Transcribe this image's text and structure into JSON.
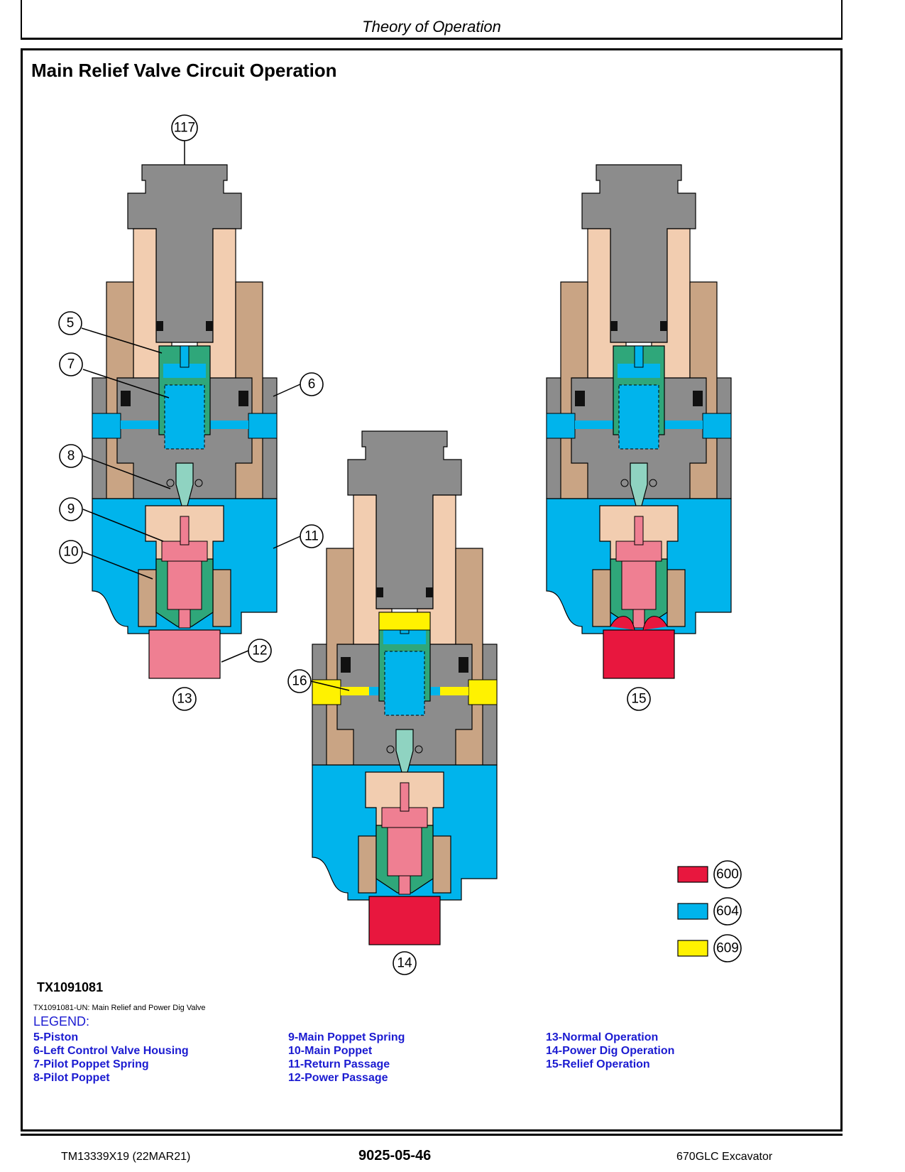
{
  "header": {
    "title": "Theory of Operation"
  },
  "section": {
    "title": "Main Relief Valve Circuit Operation"
  },
  "callouts": {
    "c117": "117",
    "c5": "5",
    "c7": "7",
    "c6": "6",
    "c8": "8",
    "c9": "9",
    "c10": "10",
    "c11": "11",
    "c12": "12",
    "c13": "13",
    "c14": "14",
    "c15": "15",
    "c16": "16"
  },
  "color_key": [
    {
      "code": "600",
      "color": "#e8173e"
    },
    {
      "code": "604",
      "color": "#00b4ec"
    },
    {
      "code": "609",
      "color": "#fff200"
    }
  ],
  "colors": {
    "body_gray": "#8c8c8c",
    "bronze": "#c9a484",
    "tan": "#f2cdb0",
    "green": "#2fa77a",
    "pink": "#ef7f92",
    "teal": "#8fd3c1"
  },
  "figure": {
    "id": "TX1091081",
    "caption": "TX1091081-UN: Main Relief and Power Dig Valve"
  },
  "legend": {
    "title": "LEGEND:",
    "col1": [
      "5-Piston",
      "6-Left Control Valve Housing",
      "7-Pilot Poppet Spring",
      "8-Pilot Poppet"
    ],
    "col2": [
      "9-Main Poppet Spring",
      "10-Main Poppet",
      "11-Return Passage",
      "12-Power Passage"
    ],
    "col3": [
      "13-Normal Operation",
      "14-Power Dig Operation",
      "15-Relief Operation"
    ]
  },
  "footer": {
    "left": "TM13339X19 (22MAR21)",
    "center": "9025-05-46",
    "right": "670GLC Excavator"
  }
}
